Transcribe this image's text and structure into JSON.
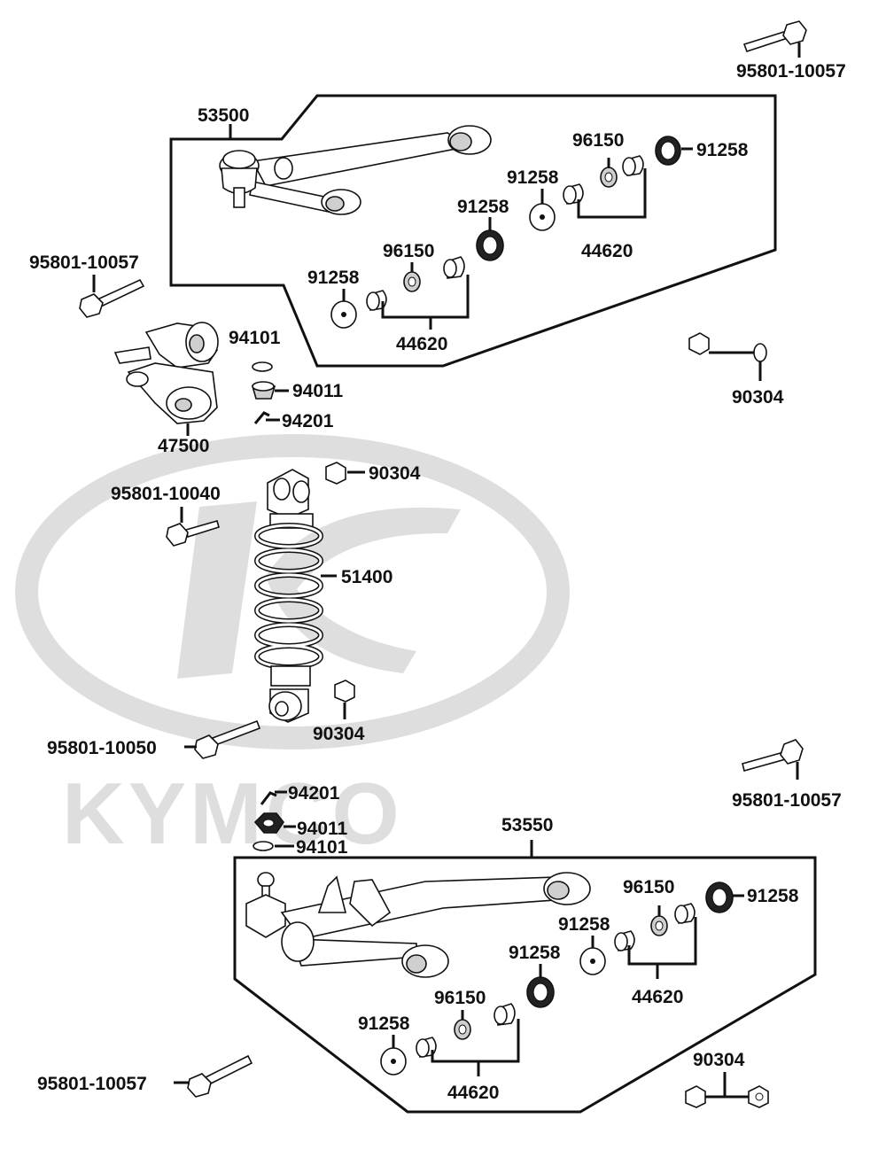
{
  "watermark": {
    "brand": "KYMCO"
  },
  "labels": {
    "bolt_top_right": "95801-10057",
    "upper_arm": "53500",
    "upper_seal_right": "91258",
    "upper_bearing_right": "96150",
    "upper_washer_mid": "91258",
    "upper_seal_mid": "91258",
    "upper_collar_right": "44620",
    "upper_bearing_left": "96150",
    "upper_washer_left": "91258",
    "upper_collar_left": "44620",
    "bolt_left_upper": "95801-10057",
    "knuckle_washer": "94101",
    "knuckle_nut": "94011",
    "knuckle_pin": "94201",
    "knuckle": "47500",
    "nut_right_upper": "90304",
    "shock_nut_top": "90304",
    "shock_bolt_top": "95801-10040",
    "shock": "51400",
    "shock_nut_bottom": "90304",
    "shock_bolt_bottom": "95801-10050",
    "lower_pin": "94201",
    "lower_nut": "94011",
    "lower_washer": "94101",
    "bolt_right_lower": "95801-10057",
    "lower_arm": "53550",
    "lower_bearing_right": "96150",
    "lower_seal_right": "91258",
    "lower_washer_mid": "91258",
    "lower_seal_mid": "91258",
    "lower_collar_right": "44620",
    "lower_bearing_left": "96150",
    "lower_washer_left": "91258",
    "lower_collar_left": "44620",
    "nut_lower_right": "90304",
    "bolt_bottom_left": "95801-10057"
  }
}
